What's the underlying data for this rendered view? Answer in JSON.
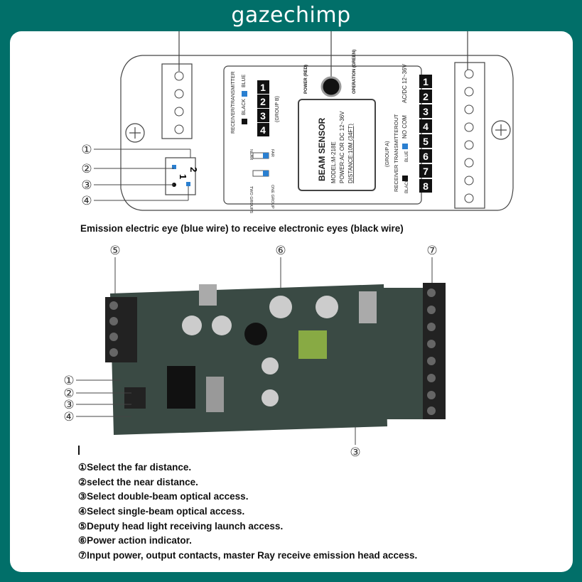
{
  "brand": "gazechimp",
  "top_diagram": {
    "group_b_label": "RECEIVER/TRANSMITTER",
    "group_b_blue": "BLUE",
    "group_b_black": "BLACK",
    "group_b_name": "(GROUP B)",
    "group_b_terminals": [
      "1",
      "2",
      "3",
      "4"
    ],
    "power_led": "POWER (RED)",
    "operation_led": "OPERATION (GREEN)",
    "label_title": "BEAM SENSOR",
    "label_model": "MODEL:M-218E",
    "label_power": "POWER:AC OR DC 12~36V",
    "label_distance": "DISTANCE:10M (34FT)",
    "dip_two": "TWO GROUPS",
    "dip_one": "ONE GROUP",
    "dip_near": "NEAR",
    "dip_far": "FAR",
    "group_a_power": "AC/DC 12~36V",
    "group_a_out": "NO COM",
    "group_a_label": "RECEIVER TRANSMITTEROUT",
    "group_a_blue": "BLUE",
    "group_a_black": "BLACK",
    "group_a_name": "(GROUP A)",
    "group_a_terminals": [
      "1",
      "2",
      "3",
      "4",
      "5",
      "6",
      "7",
      "8"
    ],
    "dip_numbers": [
      "1",
      "2"
    ],
    "callouts": [
      "①",
      "②",
      "③",
      "④"
    ]
  },
  "caption": "Emission electric eye (blue wire) to receive electronic eyes (black wire)",
  "pcb": {
    "callouts_top": [
      "⑤",
      "⑥",
      "⑦"
    ],
    "callouts_left": [
      "①",
      "②",
      "③",
      "④"
    ],
    "callout_bottom": "③"
  },
  "legend": [
    "①Select the far distance.",
    "②select the near distance.",
    "③Select double-beam optical access.",
    "④Select single-beam optical access.",
    "⑤Deputy head light receiving launch access.",
    "⑥Power action indicator.",
    "⑦Input power, output contacts, master Ray receive emission head access."
  ],
  "colors": {
    "background": "#016f69",
    "wire_blue": "#2a7fd0",
    "pcb": "#3a4a44"
  }
}
